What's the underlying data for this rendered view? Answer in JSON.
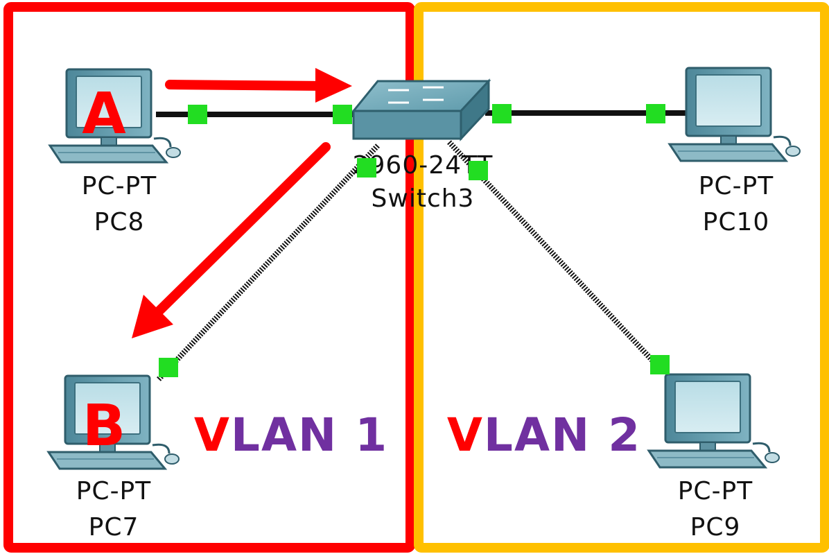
{
  "devices": {
    "pc8": {
      "type": "PC-PT",
      "name": "PC8"
    },
    "pc7": {
      "type": "PC-PT",
      "name": "PC7"
    },
    "pc10": {
      "type": "PC-PT",
      "name": "PC10"
    },
    "pc9": {
      "type": "PC-PT",
      "name": "PC9"
    },
    "switch": {
      "model": "2960-24TT",
      "name": "Switch3"
    }
  },
  "markers": {
    "a": "A",
    "b": "B"
  },
  "vlans": {
    "vlan1": {
      "initial": "V",
      "rest": "LAN 1"
    },
    "vlan2": {
      "initial": "V",
      "rest": "LAN 2"
    }
  },
  "colors": {
    "vlan1_border": "#ff0000",
    "vlan2_border": "#ffc000",
    "arrow": "#ff0000",
    "link": "#111111",
    "port_led": "#22dd22",
    "vlan_initial": "#ff0000",
    "vlan_text": "#7030a0",
    "marker": "#ff0000"
  }
}
